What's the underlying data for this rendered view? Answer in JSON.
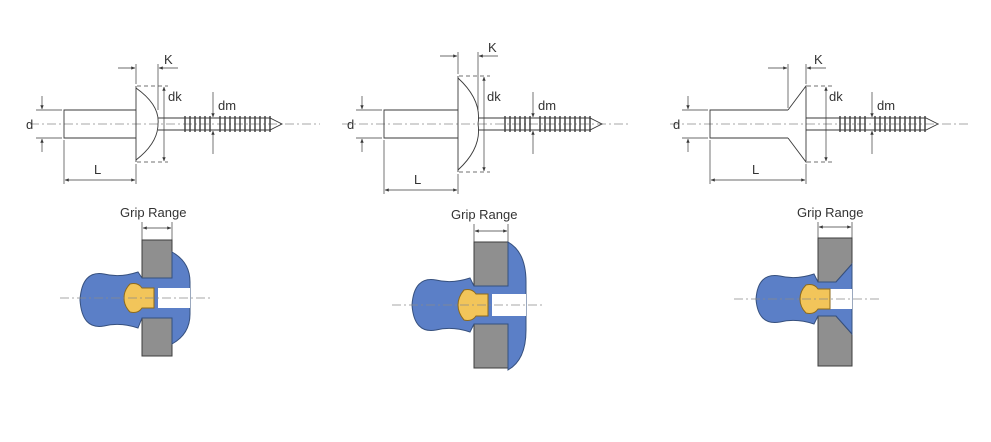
{
  "colors": {
    "rivet_body": "#5b7fc7",
    "mandrel": "#f2c55a",
    "plate": "#8f8f8f",
    "outline": "#3a3a3a"
  },
  "diagrams": [
    {
      "head_type": "dome",
      "labels": {
        "d": "d",
        "L": "L",
        "K": "K",
        "dk": "dk",
        "dm": "dm",
        "grip": "Grip Range"
      }
    },
    {
      "head_type": "large-flange",
      "labels": {
        "d": "d",
        "L": "L",
        "K": "K",
        "dk": "dk",
        "dm": "dm",
        "grip": "Grip Range"
      }
    },
    {
      "head_type": "countersunk",
      "labels": {
        "d": "d",
        "L": "L",
        "K": "K",
        "dk": "dk",
        "dm": "dm",
        "grip": "Grip Range"
      }
    }
  ]
}
